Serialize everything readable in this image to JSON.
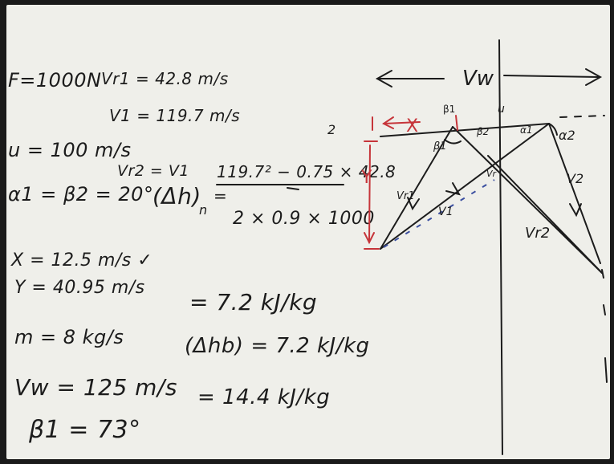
{
  "left_notes": {
    "force": "F=1000N",
    "vr1": "Vr1 = 42.8 m/s",
    "v1": "V1 = 119.7 m/s",
    "u": "u = 100 m/s",
    "vr2": "Vr2 = V1",
    "angles": "α1 = β2 = 20°",
    "x": "X = 12.5 m/s ✓",
    "y": "Y = 40.95 m/s",
    "m": "m = 8 kg/s",
    "vw": "Vw = 125 m/s",
    "beta1": "β1 = 73°"
  },
  "formula": {
    "lhs": "(Δh)",
    "lhs_sub": "n",
    "equals": "=",
    "numerator": "119.7² − 0.75 × 42.8",
    "exponent": "2",
    "denominator": "2 × 0.9 × 1000"
  },
  "results": {
    "r1": "= 7.2 kJ/kg",
    "r2": "(Δhb) = 7.2 kJ/kg",
    "r3": "= 14.4 kJ/kg"
  },
  "diagram": {
    "vw": "Vw",
    "x": "X",
    "y": "Y",
    "u": "u",
    "beta1": "β1",
    "beta1b": "β1",
    "beta2": "β2",
    "alpha1": "α1",
    "alpha2": "α2",
    "vr1": "Vr1",
    "v1": "V1",
    "vr2": "Vr2",
    "v2": "V2",
    "vr": "Vr"
  },
  "colors": {
    "ink": "#1c1c1c",
    "red_marker": "#c6353a",
    "blue_marker": "#3b4fa0",
    "board": "#efefea"
  }
}
